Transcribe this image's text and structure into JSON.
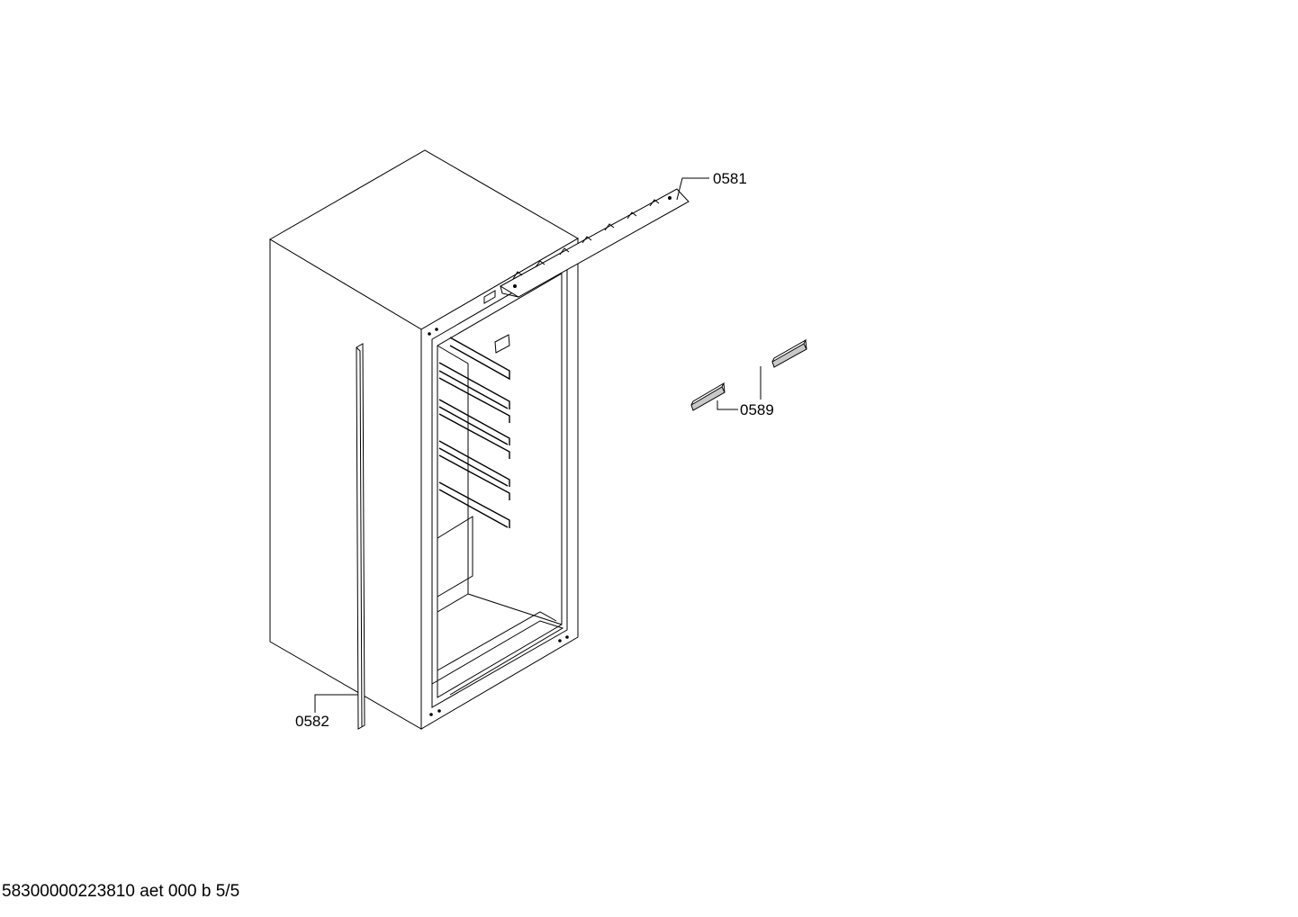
{
  "diagram": {
    "callouts": [
      {
        "id": "0581",
        "label": "0581"
      },
      {
        "id": "0589",
        "label": "0589"
      },
      {
        "id": "0582",
        "label": "0582"
      }
    ]
  },
  "footer": {
    "text": "58300000223810 aet 000 b 5/5"
  },
  "colors": {
    "line": "#000000",
    "part_fill": "#c8c8c8",
    "background": "#ffffff"
  }
}
